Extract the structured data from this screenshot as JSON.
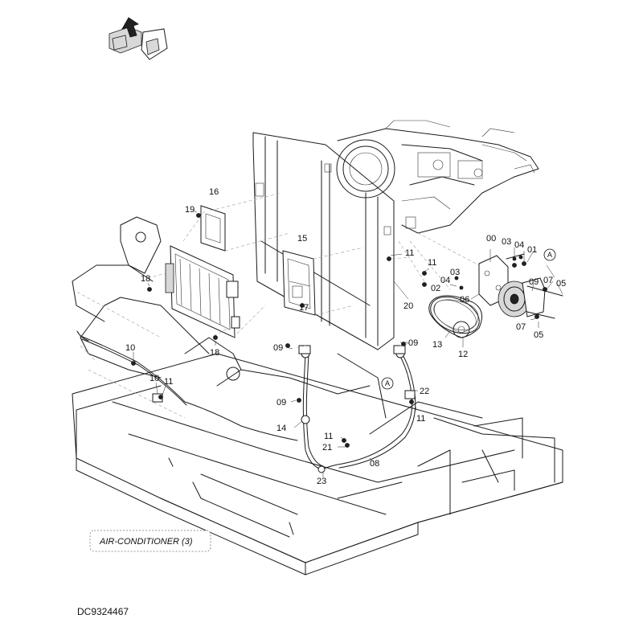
{
  "document": {
    "id": "DC9324467"
  },
  "section_label": "AIR-CONDITIONER (3)",
  "view_marker": "A",
  "callouts": {
    "c00": "00",
    "c01": "01",
    "c02": "02",
    "c03a": "03",
    "c03b": "03",
    "c04a": "04",
    "c04b": "04",
    "c05a": "05",
    "c05b": "05",
    "c06": "06",
    "c07a": "07",
    "c07b": "07",
    "c08": "08",
    "c09a": "09",
    "c09b": "09",
    "c09c": "09",
    "c09d": "09",
    "c10a": "10",
    "c10b": "10",
    "c11a": "11",
    "c11b": "11",
    "c11c": "11",
    "c11d": "11",
    "c11e": "11",
    "c12": "12",
    "c13": "13",
    "c14": "14",
    "c15": "15",
    "c16": "16",
    "c17": "17",
    "c18a": "18",
    "c18b": "18",
    "c19": "19",
    "c20": "20",
    "c21": "21",
    "c22": "22",
    "c23": "23"
  }
}
